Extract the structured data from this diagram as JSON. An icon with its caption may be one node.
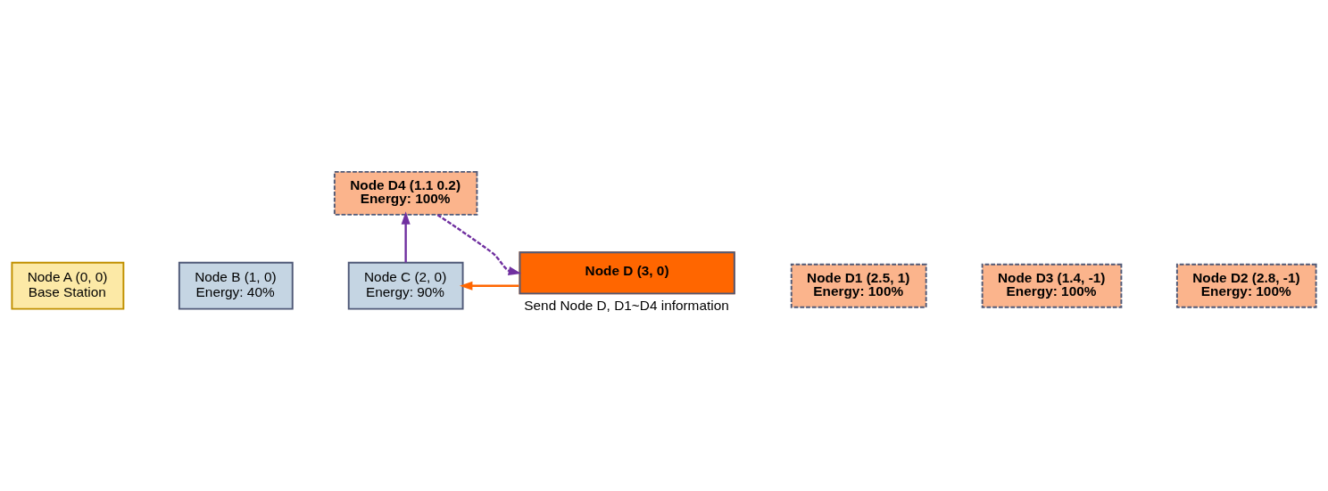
{
  "diagram": {
    "nodes": [
      {
        "text": [
          "Node D1 (2.5, 1)",
          "Energy: 100%"
        ]
      },
      {
        "text": [
          "Node D4 (1.1 0.2)",
          "Energy: 100%"
        ]
      },
      {
        "text": [
          "Node A (0, 0)",
          "Base Station"
        ]
      },
      {
        "text": [
          "Node B (1, 0)",
          "Energy: 40%"
        ]
      },
      {
        "text": [
          "Node C (2, 0)",
          "Energy: 90%"
        ]
      },
      {
        "text": [
          "Node D (3, 0)"
        ],
        "beside": [
          "Send Node D, D1~D4 information"
        ]
      },
      {
        "text": [
          "Node D3 (1.4, -1)",
          "Energy: 100%"
        ]
      },
      {
        "text": [
          "Node D2 (2.8, -1)",
          "Energy: 100%"
        ]
      }
    ],
    "edges": [
      {
        "from": 4,
        "to": 1,
        "arrow": "to"
      },
      {
        "from": 1,
        "to": 5,
        "arrow": "to",
        "style": "dashed"
      },
      {
        "from": 5,
        "to": 4,
        "arrow": "to",
        "color": "#ff6600"
      }
    ]
  }
}
